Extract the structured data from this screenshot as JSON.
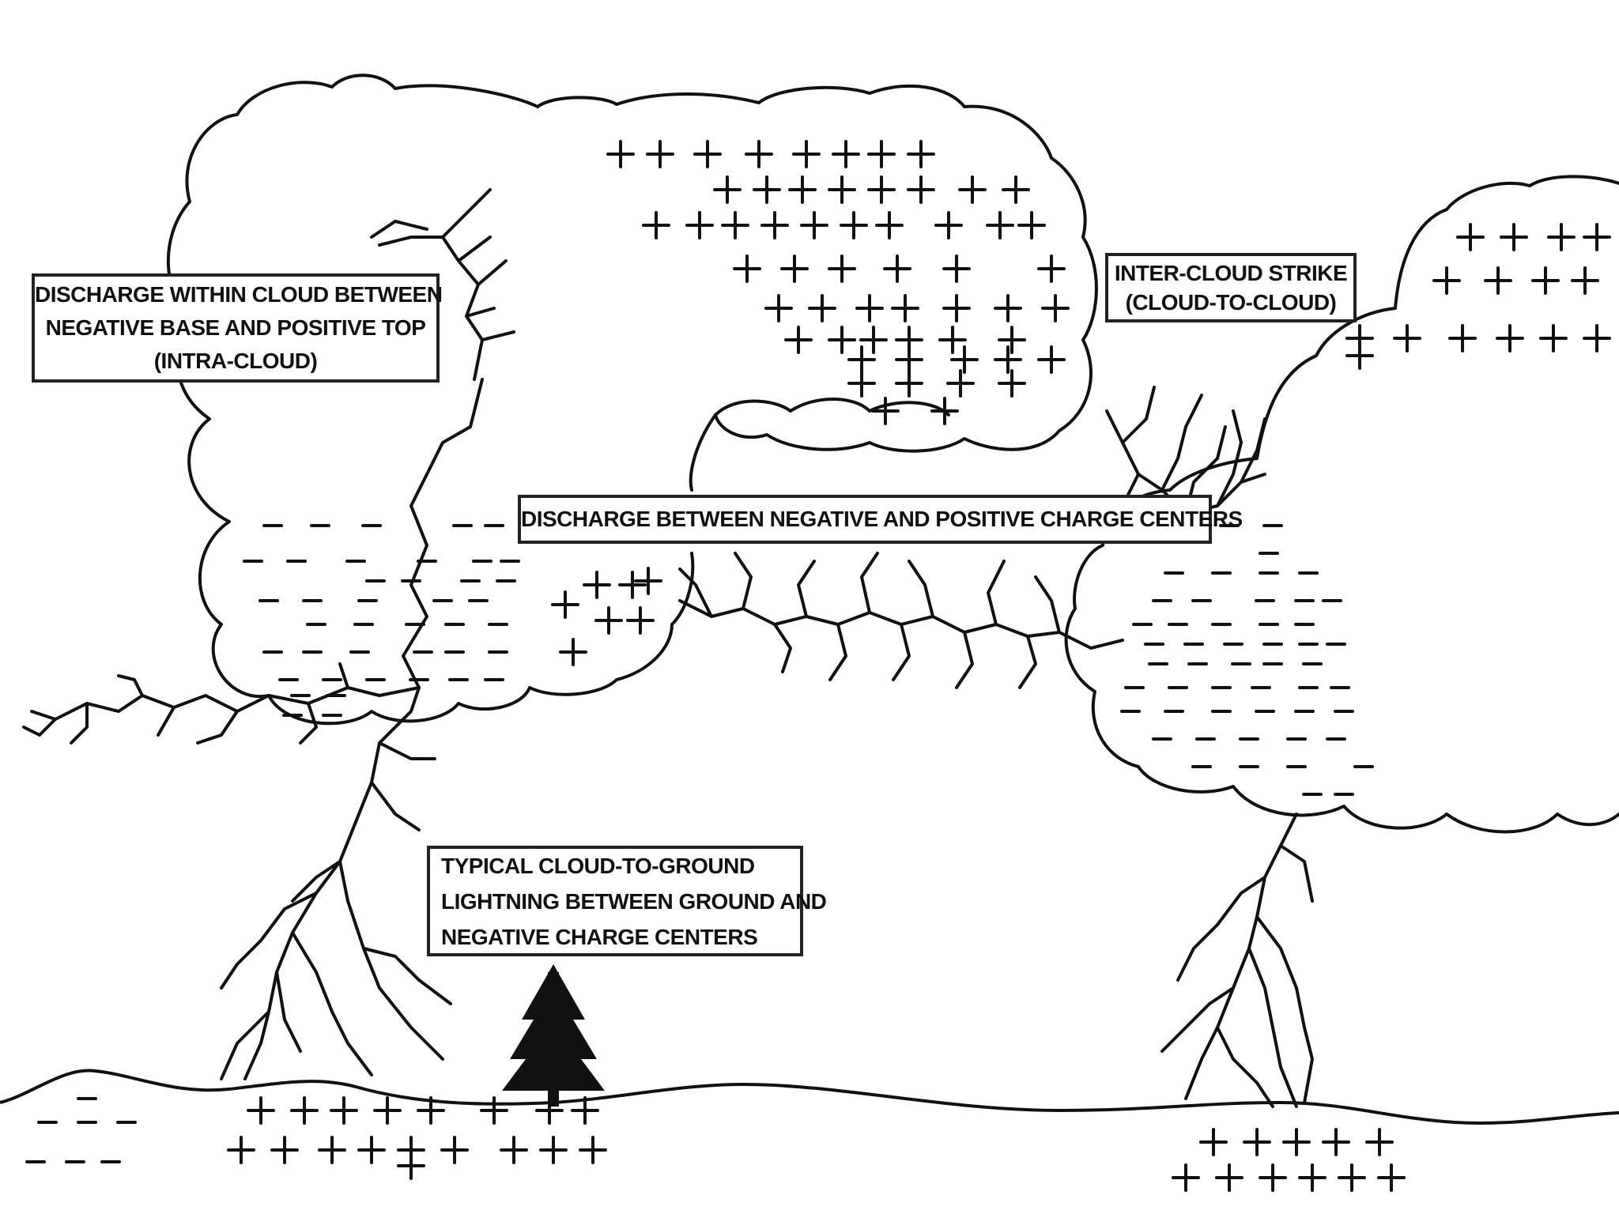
{
  "labels": {
    "intra_cloud": {
      "line1": "DISCHARGE WITHIN CLOUD BETWEEN",
      "line2": "NEGATIVE BASE AND POSITIVE TOP",
      "line3": "(INTRA-CLOUD)"
    },
    "inter_cloud": {
      "line1": "INTER-CLOUD  STRIKE",
      "line2": "(CLOUD-TO-CLOUD)"
    },
    "charge_centers": {
      "line1": "DISCHARGE BETWEEN NEGATIVE AND POSITIVE CHARGE CENTERS"
    },
    "cloud_to_ground": {
      "line1": "TYPICAL CLOUD-TO-GROUND",
      "line2": "LIGHTNING BETWEEN GROUND AND",
      "line3": "NEGATIVE CHARGE CENTERS"
    }
  },
  "colors": {
    "ink": "#111111",
    "background": "#ffffff"
  },
  "symbols": {
    "positive": "+",
    "negative": "−"
  },
  "icons": [
    "tree-icon",
    "lightning-bolt-icon",
    "cloud-icon"
  ]
}
